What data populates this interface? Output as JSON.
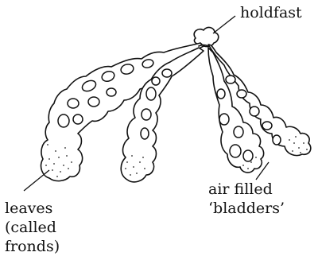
{
  "labels": {
    "holdfast": "holdfast",
    "leaves_line1": "leaves",
    "leaves_line2": "(called",
    "leaves_line3": "fronds)",
    "bladders_line1": "air filled",
    "bladders_line2": "‘bladders’"
  }
}
